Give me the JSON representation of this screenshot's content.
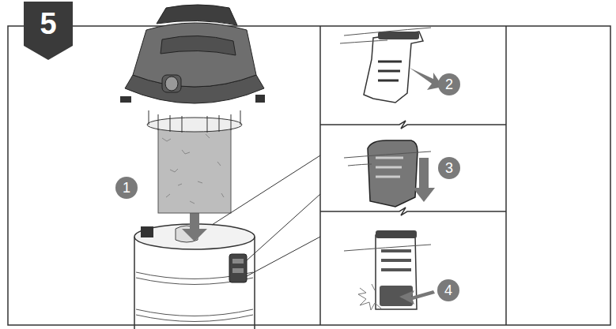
{
  "diagram": {
    "title": "5",
    "labels": [
      "1",
      "2",
      "3",
      "4"
    ]
  }
}
